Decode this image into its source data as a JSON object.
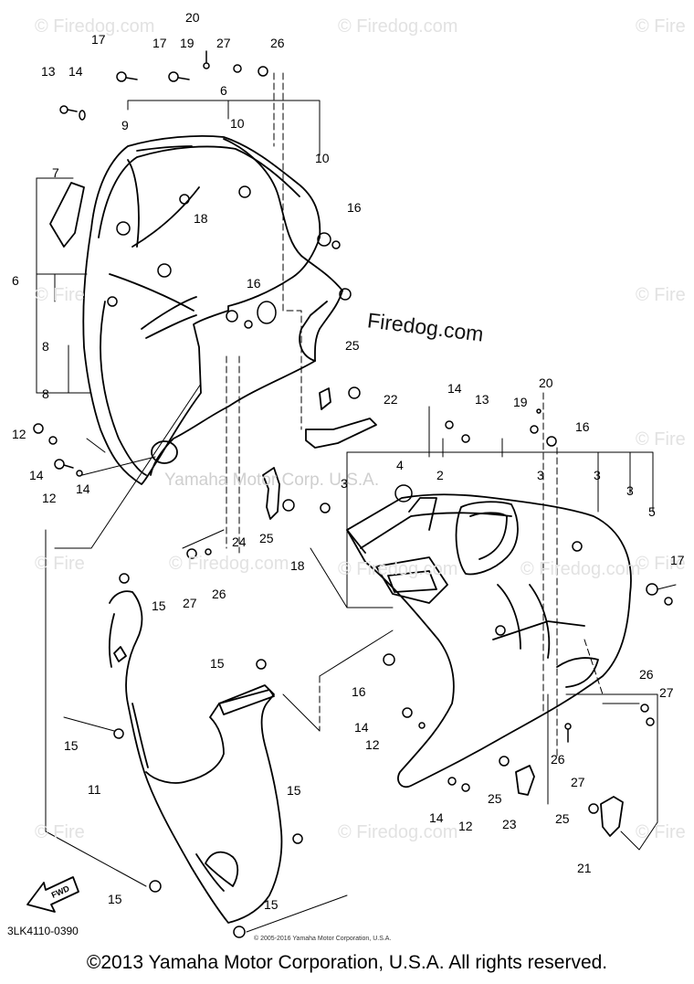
{
  "diagram_code": "3LK4110-0390",
  "copyright_footer": "©2013 Yamaha Motor Corporation, U.S.A. All rights reserved.",
  "copyright_small": "© 2005-2016 Yamaha Motor Corporation, U.S.A.",
  "watermark_text": "Yamaha Motor Corp. U.S.A.",
  "site_watermark": "Firedog.com",
  "corner_marks": [
    "© Firedog.com",
    "© Firedog.com",
    "© Fire",
    "© Fire",
    "© Fire",
    "© Fire",
    "© Fire",
    "© Fire",
    "© Firedog.com",
    "© Firedog.com",
    "© Fire",
    "© Firedog.com",
    "© Firedog.com",
    "© Fire"
  ],
  "fwd_label": "FWD",
  "part_numbers": [
    "20",
    "17",
    "17",
    "19",
    "27",
    "26",
    "13",
    "14",
    "6",
    "9",
    "10",
    "10",
    "7",
    "18",
    "16",
    "16",
    "6",
    "8",
    "8",
    "12",
    "14",
    "12",
    "14",
    "25",
    "22",
    "14",
    "13",
    "19",
    "20",
    "16",
    "3",
    "4",
    "2",
    "3",
    "3",
    "3",
    "5",
    "24",
    "25",
    "18",
    "17",
    "27",
    "26",
    "15",
    "15",
    "16",
    "14",
    "12",
    "26",
    "27",
    "26",
    "27",
    "15",
    "11",
    "15",
    "25",
    "14",
    "12",
    "23",
    "25",
    "21",
    "15",
    "15"
  ]
}
